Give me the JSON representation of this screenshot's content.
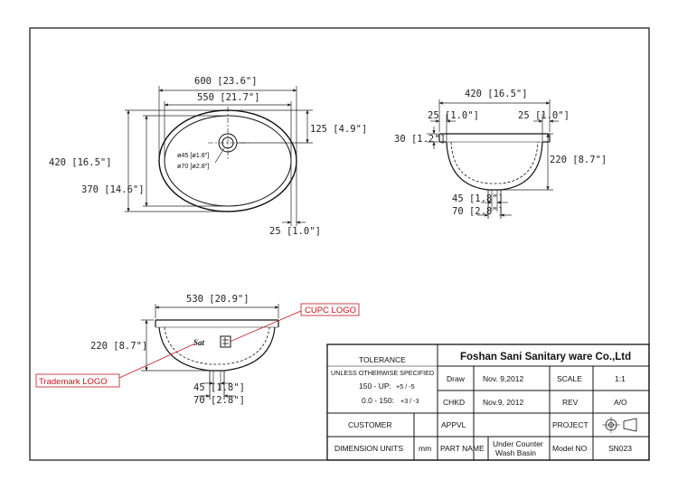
{
  "top_view": {
    "overall_width": "600 [23.6\"]",
    "inner_width": "550 [21.7\"]",
    "overall_depth": "420 [16.5\"]",
    "inner_depth": "370 [14.6\"]",
    "tap_offset": "125 [4.9\"]",
    "rim": "25 [1.0\"]",
    "drain_inner": "ø45 [ø1.8\"]",
    "drain_outer": "ø70 [ø2.8\"]"
  },
  "side_view": {
    "width": "420 [16.5\"]",
    "rim_left": "25 [1.0\"]",
    "rim_right": "25 [1.0\"]",
    "rim_thickness": "30 [1.2\"]",
    "height": "220 [8.7\"]",
    "drain_inner": "45 [1.8\"]",
    "drain_outer": "70 [2.8\"]"
  },
  "front_view": {
    "width": "530 [20.9\"]",
    "height": "220 [8.7\"]",
    "drain_inner": "45 [1.8\"]",
    "drain_outer": "70 [2.8\"]",
    "logo_mark": "Sat"
  },
  "callouts": {
    "cupc": "CUPC LOGO",
    "trademark": "Trademark LOGO"
  },
  "title_block": {
    "tolerance": "TOLERANCE",
    "unless": "UNLESS OTHERWISE SPECIFIED",
    "tol_1": "150 - UP:",
    "tol_1_val": "+5 / -5",
    "tol_2": "0.0 - 150:",
    "tol_2_val": "+3 / -3",
    "company": "Foshan Sani Sanitary ware Co.,Ltd",
    "draw_label": "Draw",
    "draw_date": "Nov. 9,2012",
    "scale_label": "SCALE",
    "scale_value": "1:1",
    "chkd_label": "CHKD",
    "chkd_date": "Nov.9, 2012",
    "rev_label": "REV",
    "rev_value": "A/O",
    "customer_label": "CUSTOMER",
    "appvl_label": "APPVL",
    "project_label": "PROJECT",
    "dimension_units_label": "DIMENSION UNITS",
    "dimension_units_value": "mm",
    "part_name_label": "PART NAME",
    "part_name_line1": "Under Counter",
    "part_name_line2": "Wash Basin",
    "model_label": "Model NO",
    "model_value": "SN023"
  },
  "colors": {
    "line": "#111111",
    "dim": "#222222",
    "callout": "#c0161c"
  }
}
